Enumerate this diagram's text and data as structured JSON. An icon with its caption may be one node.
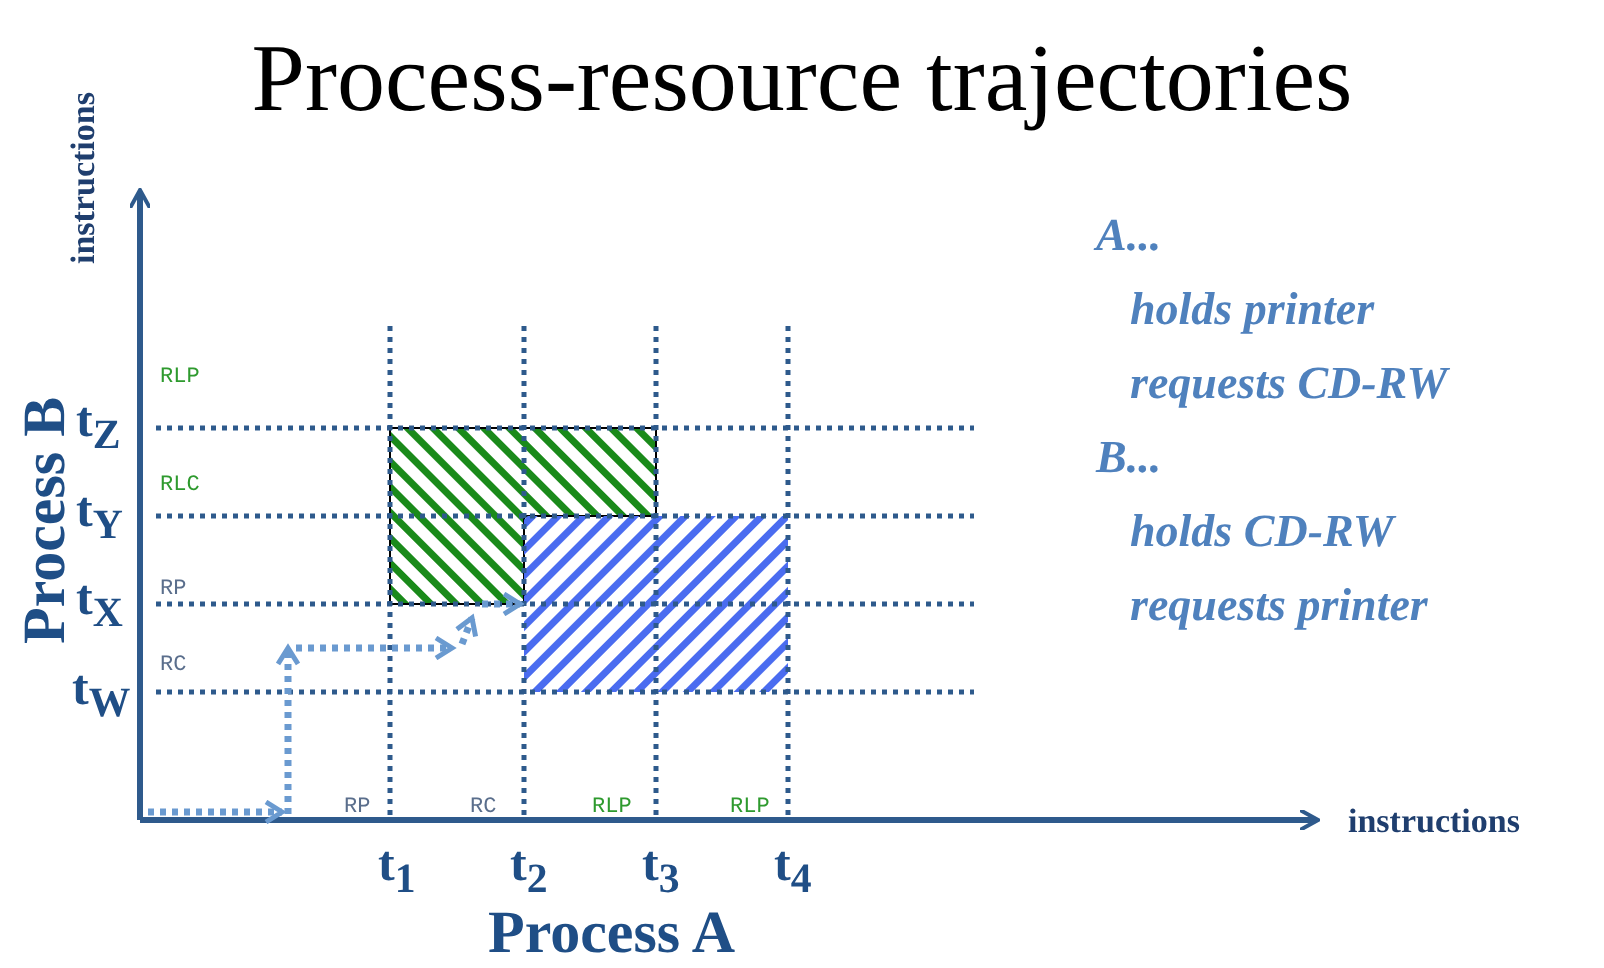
{
  "diagram": {
    "title": "Process-resource trajectories",
    "nodes": [
      {
        "text": [],
        "shape": "box"
      },
      {
        "text": [],
        "shape": "box"
      }
    ],
    "edges": [
      {
        "from": null,
        "to": 1,
        "arrow": "to",
        "style": "dashed"
      }
    ],
    "labels": [
      "instructions",
      "Process B",
      "A...",
      "holds printer",
      "requests CD-RW",
      "B...",
      "holds CD-RW",
      "requests printer",
      "RLP",
      "t$_{Z}$",
      "RLC",
      "t$_{Y}$",
      "RP",
      "t$_{X}$",
      "RC",
      "t$_{W}$",
      "RP",
      "RC",
      "RLP",
      "RLP",
      "instructions",
      "t$_{1}$",
      "t$_{2}$",
      "t$_{3}$",
      "t$_{4}$",
      "Process A"
    ]
  }
}
